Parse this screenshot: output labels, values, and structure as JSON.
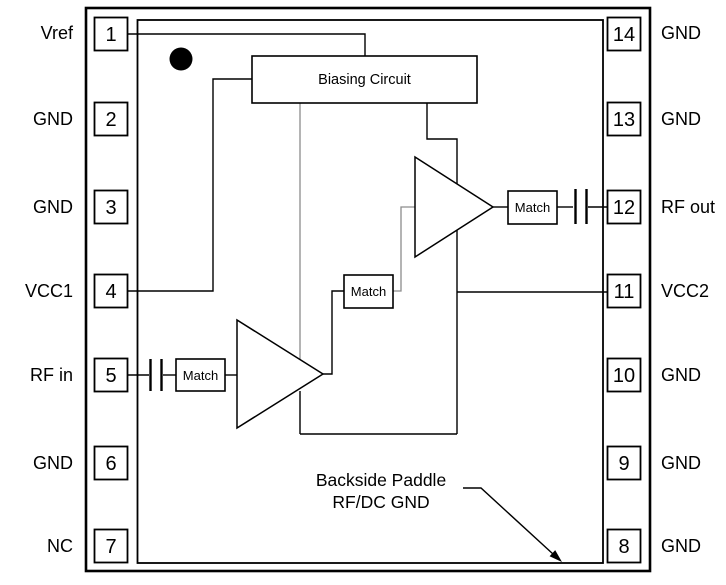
{
  "pins_left": [
    {
      "number": "1",
      "label": "Vref"
    },
    {
      "number": "2",
      "label": "GND"
    },
    {
      "number": "3",
      "label": "GND"
    },
    {
      "number": "4",
      "label": "VCC1"
    },
    {
      "number": "5",
      "label": "RF in"
    },
    {
      "number": "6",
      "label": "GND"
    },
    {
      "number": "7",
      "label": "NC"
    }
  ],
  "pins_right": [
    {
      "number": "14",
      "label": "GND"
    },
    {
      "number": "13",
      "label": "GND"
    },
    {
      "number": "12",
      "label": "RF out"
    },
    {
      "number": "11",
      "label": "VCC2"
    },
    {
      "number": "10",
      "label": "GND"
    },
    {
      "number": "9",
      "label": "GND"
    },
    {
      "number": "8",
      "label": "GND"
    }
  ],
  "blocks": {
    "biasing_label": "Biasing Circuit",
    "match_input_label": "Match",
    "match_interstage_label": "Match",
    "match_output_label": "Match"
  },
  "annotation": {
    "line1": "Backside Paddle",
    "line2": "RF/DC GND"
  },
  "colors": {
    "line": "#000000",
    "gray_wire": "#8c8c8c",
    "text": "#000000",
    "background": "#ffffff",
    "pin1_dot": "#000000"
  }
}
